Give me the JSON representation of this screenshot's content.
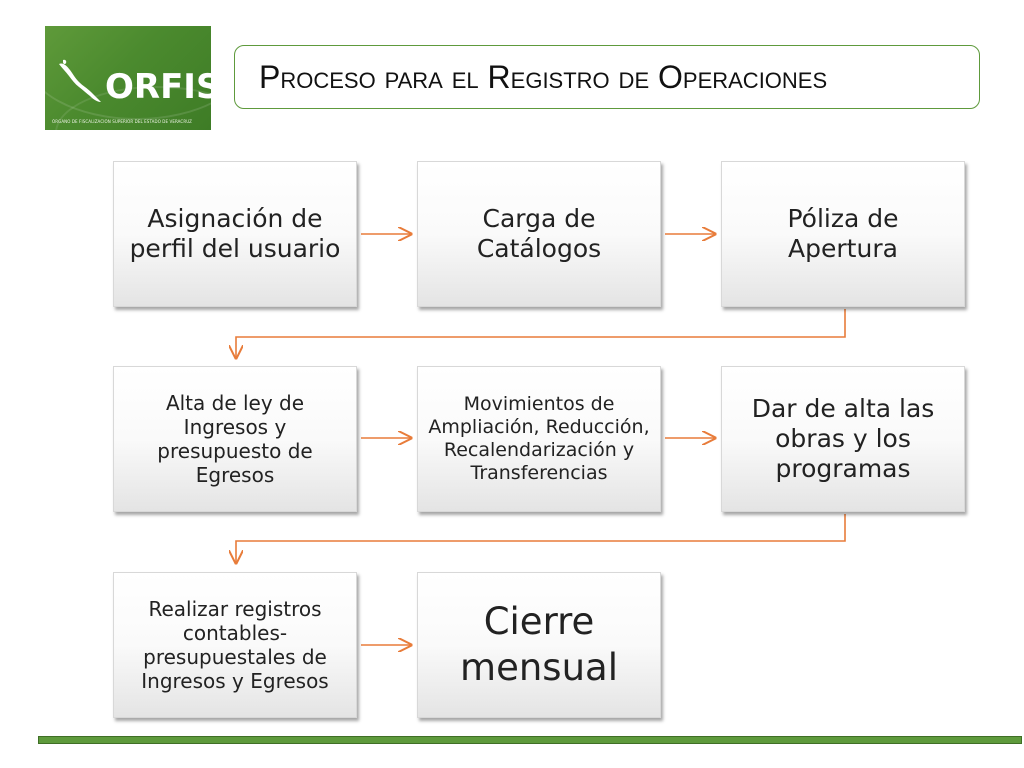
{
  "logo": {
    "name": "ORFIS",
    "subtitle": "ÓRGANO DE FISCALIZACIÓN SUPERIOR DEL ESTADO DE VERACRUZ",
    "color": "#4b8a2e"
  },
  "title": "Proceso para el Registro de Operaciones",
  "colors": {
    "accent_green": "#5e9a3c",
    "arrow_orange": "#e87c3a"
  },
  "flow": [
    {
      "id": "step-1",
      "label": "Asignación de perfil del usuario"
    },
    {
      "id": "step-2",
      "label": "Carga de Catálogos"
    },
    {
      "id": "step-3",
      "label": "Póliza de Apertura"
    },
    {
      "id": "step-4",
      "label": "Alta de ley de Ingresos y presupuesto de Egresos"
    },
    {
      "id": "step-5",
      "label": "Movimientos de Ampliación, Reducción, Recalendarización y Transferencias"
    },
    {
      "id": "step-6",
      "label": "Dar de alta las obras y los programas"
    },
    {
      "id": "step-7",
      "label": "Realizar registros contables-presupuestales de Ingresos y Egresos"
    },
    {
      "id": "step-8",
      "label": "Cierre mensual"
    }
  ]
}
